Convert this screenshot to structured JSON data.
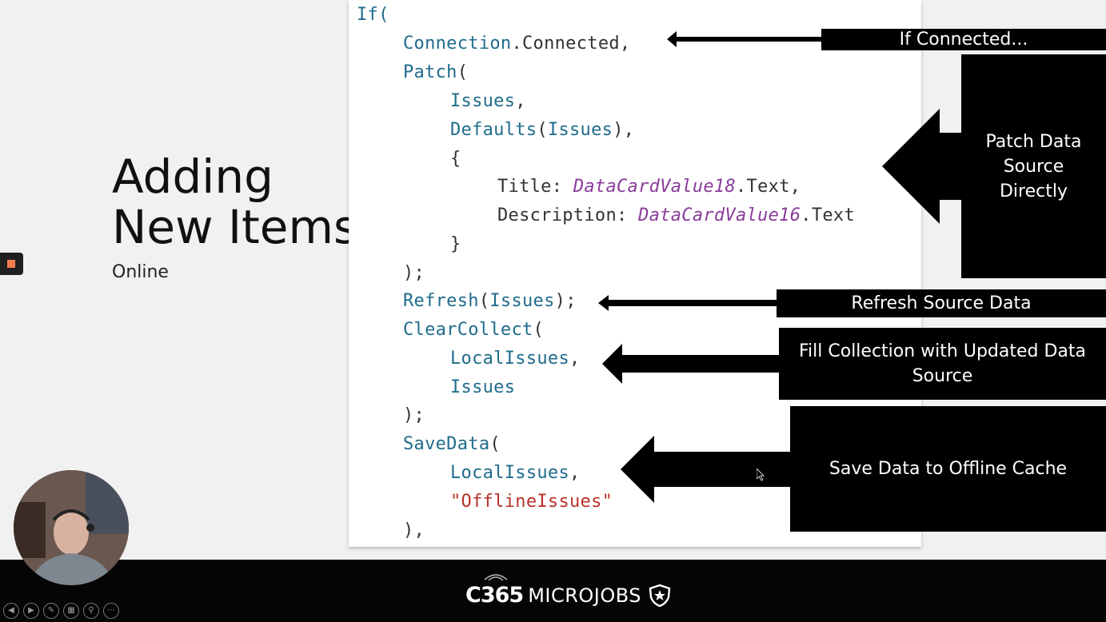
{
  "slide": {
    "title_line1": "Adding",
    "title_line2": "New Items",
    "subtitle": "Online"
  },
  "code": {
    "lines": [
      [
        "If("
      ],
      [
        "Connection",
        ".Connected,"
      ],
      [
        "Patch",
        "("
      ],
      [
        "Issues",
        ","
      ],
      [
        "Defaults",
        "(",
        "Issues",
        "),"
      ],
      [
        "{"
      ],
      [
        "Title: ",
        "DataCardValue18",
        ".Text,"
      ],
      [
        "Description: ",
        "DataCardValue16",
        ".Text"
      ],
      [
        "}"
      ],
      [
        ");"
      ],
      [
        "Refresh",
        "(",
        "Issues",
        ");"
      ],
      [
        "ClearCollect",
        "("
      ],
      [
        "LocalIssues",
        ","
      ],
      [
        "Issues"
      ],
      [
        ");"
      ],
      [
        "SaveData",
        "("
      ],
      [
        "LocalIssues",
        ","
      ],
      [
        "\"OfflineIssues\""
      ],
      [
        "),"
      ]
    ]
  },
  "callouts": {
    "connected": "If Connected...",
    "patch": "Patch Data Source Directly",
    "refresh": "Refresh Source Data",
    "fill": "Fill Collection with Updated Data Source",
    "save": "Save Data to Offline Cache"
  },
  "branding": {
    "logo_number": "C365",
    "logo_text": "MICROJOBS"
  },
  "colors": {
    "keyword": "#206c8c",
    "variable": "#8a3c9a",
    "string": "#b8312a",
    "logo_accent": "#c7252c"
  }
}
